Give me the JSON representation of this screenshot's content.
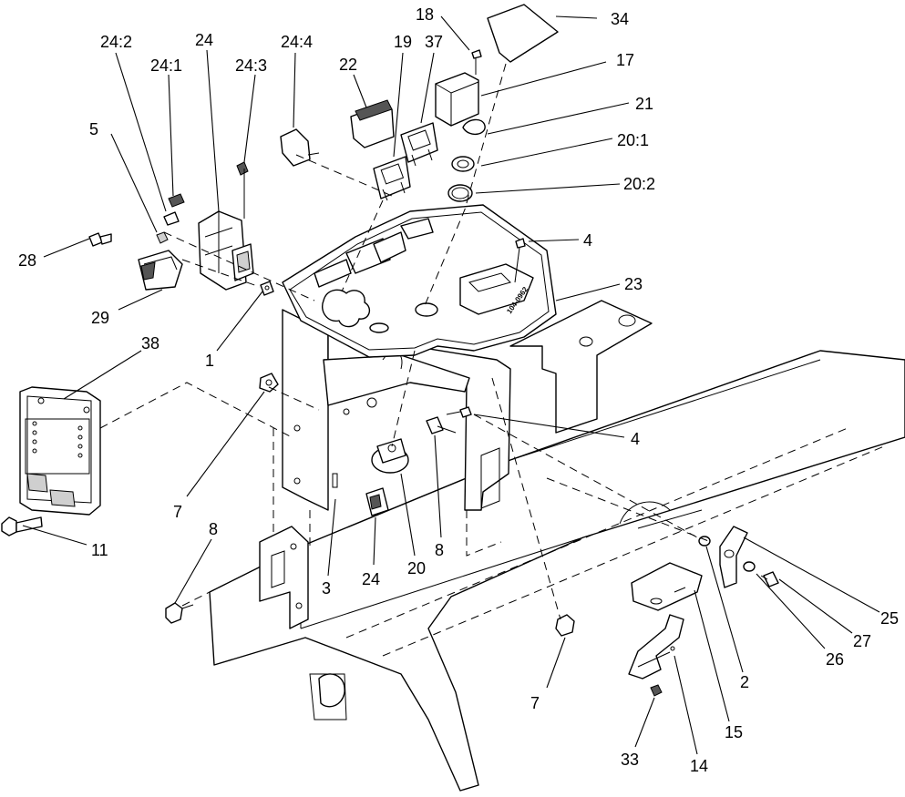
{
  "diagram": {
    "panel_stamp": "104-0962",
    "callouts": [
      {
        "id": "c-18",
        "label": "18"
      },
      {
        "id": "c-34",
        "label": "34"
      },
      {
        "id": "c-24-2",
        "label": "24:2"
      },
      {
        "id": "c-24-main",
        "label": "24"
      },
      {
        "id": "c-24-4",
        "label": "24:4"
      },
      {
        "id": "c-19",
        "label": "19"
      },
      {
        "id": "c-37",
        "label": "37"
      },
      {
        "id": "c-17",
        "label": "17"
      },
      {
        "id": "c-24-1",
        "label": "24:1"
      },
      {
        "id": "c-24-3",
        "label": "24:3"
      },
      {
        "id": "c-22",
        "label": "22"
      },
      {
        "id": "c-21",
        "label": "21"
      },
      {
        "id": "c-5",
        "label": "5"
      },
      {
        "id": "c-20-1",
        "label": "20:1"
      },
      {
        "id": "c-20-2",
        "label": "20:2"
      },
      {
        "id": "c-4-top",
        "label": "4"
      },
      {
        "id": "c-28",
        "label": "28"
      },
      {
        "id": "c-23",
        "label": "23"
      },
      {
        "id": "c-29",
        "label": "29"
      },
      {
        "id": "c-1",
        "label": "1"
      },
      {
        "id": "c-38",
        "label": "38"
      },
      {
        "id": "c-4-mid",
        "label": "4"
      },
      {
        "id": "c-7-left",
        "label": "7"
      },
      {
        "id": "c-8-mid",
        "label": "8"
      },
      {
        "id": "c-24-low",
        "label": "24"
      },
      {
        "id": "c-20",
        "label": "20"
      },
      {
        "id": "c-3",
        "label": "3"
      },
      {
        "id": "c-11",
        "label": "11"
      },
      {
        "id": "c-8-left",
        "label": "8"
      },
      {
        "id": "c-25",
        "label": "25"
      },
      {
        "id": "c-27",
        "label": "27"
      },
      {
        "id": "c-26",
        "label": "26"
      },
      {
        "id": "c-2",
        "label": "2"
      },
      {
        "id": "c-7-right",
        "label": "7"
      },
      {
        "id": "c-15",
        "label": "15"
      },
      {
        "id": "c-33",
        "label": "33"
      },
      {
        "id": "c-14",
        "label": "14"
      }
    ]
  }
}
